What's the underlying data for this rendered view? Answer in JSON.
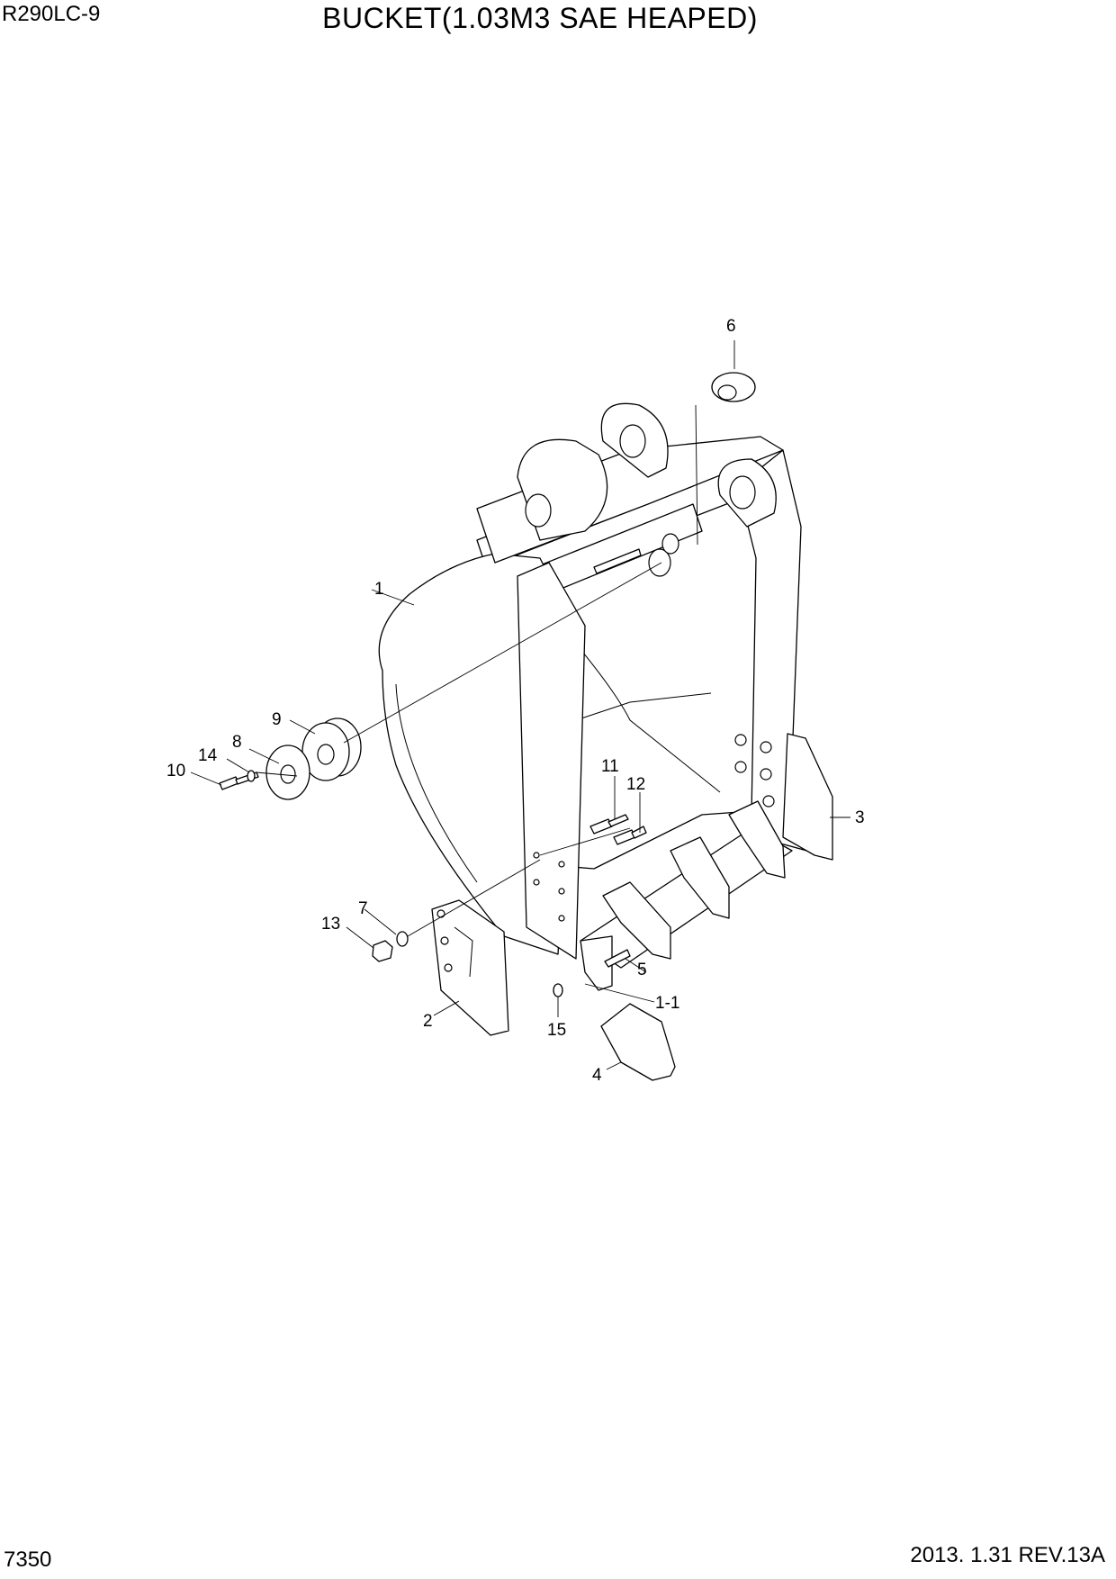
{
  "header": {
    "model": "R290LC-9",
    "title": "BUCKET(1.03M3 SAE HEAPED)"
  },
  "footer": {
    "page_number": "7350",
    "date_revision": "2013. 1.31  REV.13A"
  },
  "callouts": [
    "6",
    "1",
    "9",
    "8",
    "14",
    "10",
    "11",
    "12",
    "3",
    "7",
    "13",
    "5",
    "1-1",
    "2",
    "15",
    "4"
  ]
}
